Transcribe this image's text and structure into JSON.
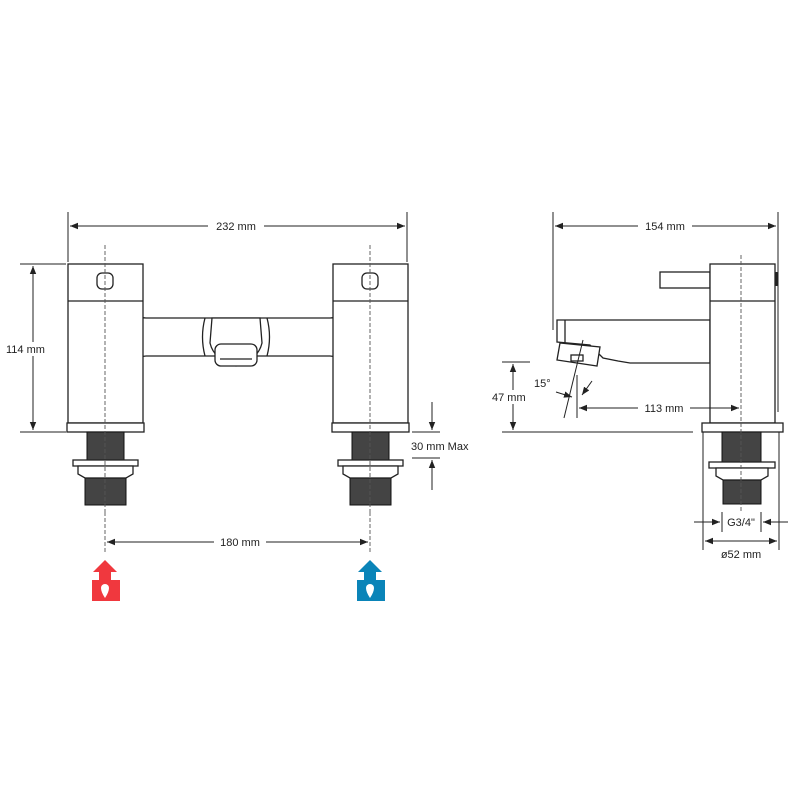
{
  "front_view": {
    "width_label": "232 mm",
    "height_label": "114 mm",
    "deck_thickness_label": "30 mm Max",
    "centres_label": "180 mm",
    "hot_icon": "hot-water-inlet-icon",
    "cold_icon": "cold-water-inlet-icon"
  },
  "side_view": {
    "depth_label": "154 mm",
    "spout_height_label": "47 mm",
    "angle_label": "15°",
    "projection_label": "113 mm",
    "thread_label": "G3/4\"",
    "base_diameter_label": "ø52 mm"
  },
  "colors": {
    "hot": "#f0383e",
    "cold": "#0a84b8"
  }
}
